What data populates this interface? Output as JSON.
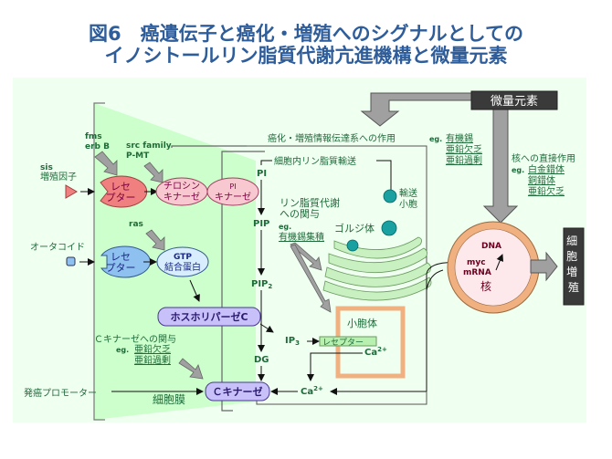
{
  "title": {
    "line1": "図6　癌遺伝子と癌化・増殖へのシグナルとしての",
    "line2": "イノシトールリン脂質代謝亢進機構と微量元素"
  },
  "colors": {
    "background": "#effff0",
    "membrane": "#ccffcc",
    "title": "#2e5d9a",
    "label_green": "#1e6b3a",
    "receptor_red": "#f08080",
    "receptor_blue": "#8ec0f0",
    "kinase_pink": "#f8c8d0",
    "enzyme_purple": "#c8c0f8",
    "nucleus_outer": "#f0b080",
    "nucleus_inner": "#fde8ec",
    "dark_box": "#3a3a3a",
    "arrow_gray": "#a0a0a0"
  },
  "trace_element": {
    "label": "微量元素"
  },
  "left": {
    "fms_erbB": [
      "fms",
      "erb B"
    ],
    "sis": [
      "sis",
      "増殖因子"
    ],
    "src": [
      "src family",
      "P-MT"
    ],
    "ras": "ras",
    "autacoid": "オータコイド",
    "tumor_promoter": "発癌プロモーター",
    "membrane_label": "細胞膜",
    "ckinase_note": {
      "heading": "Ｃキナーゼへの関与",
      "eg": "eg.",
      "items": [
        "亜鉛欠乏",
        "亜鉛過剰"
      ]
    }
  },
  "nodes": {
    "receptor1": [
      "レセ",
      "プター"
    ],
    "receptor2": [
      "レセ",
      "プター"
    ],
    "tyrosine_kinase": [
      "チロシン",
      "キナーゼ"
    ],
    "pi_kinase": [
      "PI",
      "キナーゼ"
    ],
    "gtp_protein": [
      "GTP",
      "結合蛋白"
    ],
    "phospholipase": "ホスホリパーゼC",
    "c_kinase": "Ｃキナーゼ"
  },
  "pathway": {
    "pi": "PI",
    "pip": "PIP",
    "pip2": "PIP",
    "pip2_sub": "2",
    "ip3": "IP",
    "ip3_sub": "3",
    "dg": "DG",
    "ca1": "Ca",
    "ca_sup": "2+",
    "ca2": "Ca"
  },
  "center": {
    "signal_action": "癌化・増殖情報伝達系への作用",
    "signal_eg": "eg.",
    "signal_items": [
      "有機錫",
      "亜鉛欠乏",
      "亜鉛過剰"
    ],
    "intracellular_transport": "細胞内リン脂質輸送",
    "lipid_metab": [
      "リン脂質代謝",
      "への関与"
    ],
    "lipid_eg": "eg.",
    "lipid_item": "有機錫集積",
    "transport_vesicle": [
      "輸送",
      "小胞"
    ],
    "golgi": "ゴルジ体",
    "vesicle_body": "小胞体",
    "er_receptor": "レセプター"
  },
  "nucleus": {
    "direct_action": "核への直接作用",
    "eg": "eg.",
    "items": [
      "白金錯体",
      "銅錯体",
      "亜鉛欠乏"
    ],
    "dna": "DNA",
    "myc": "myc",
    "mrna": "mRNA",
    "label": "核"
  },
  "outcome": {
    "label": [
      "細",
      "胞",
      "増",
      "殖"
    ]
  }
}
